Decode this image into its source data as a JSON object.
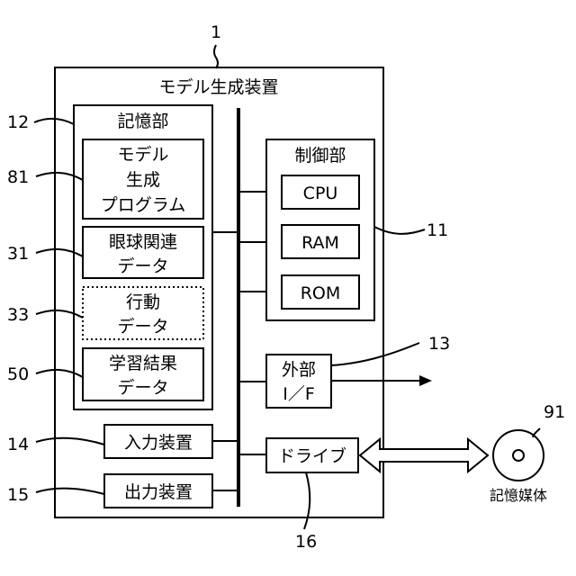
{
  "device": {
    "ref": "1",
    "title": "モデル生成装置"
  },
  "storage": {
    "ref": "12",
    "title": "記憶部",
    "items": [
      {
        "ref": "81",
        "lines": [
          "モデル",
          "生成",
          "プログラム"
        ]
      },
      {
        "ref": "31",
        "lines": [
          "眼球関連",
          "データ"
        ]
      },
      {
        "ref": "33",
        "lines": [
          "行動",
          "データ"
        ]
      },
      {
        "ref": "50",
        "lines": [
          "学習結果",
          "データ"
        ]
      }
    ]
  },
  "control": {
    "ref": "11",
    "title": "制御部",
    "items": [
      "CPU",
      "RAM",
      "ROM"
    ]
  },
  "external_if": {
    "ref": "13",
    "lines": [
      "外部",
      "I／F"
    ]
  },
  "input_device": {
    "ref": "14",
    "label": "入力装置"
  },
  "output_device": {
    "ref": "15",
    "label": "出力装置"
  },
  "drive": {
    "ref": "16",
    "label": "ドライブ"
  },
  "medium": {
    "ref": "91",
    "label": "記憶媒体"
  }
}
